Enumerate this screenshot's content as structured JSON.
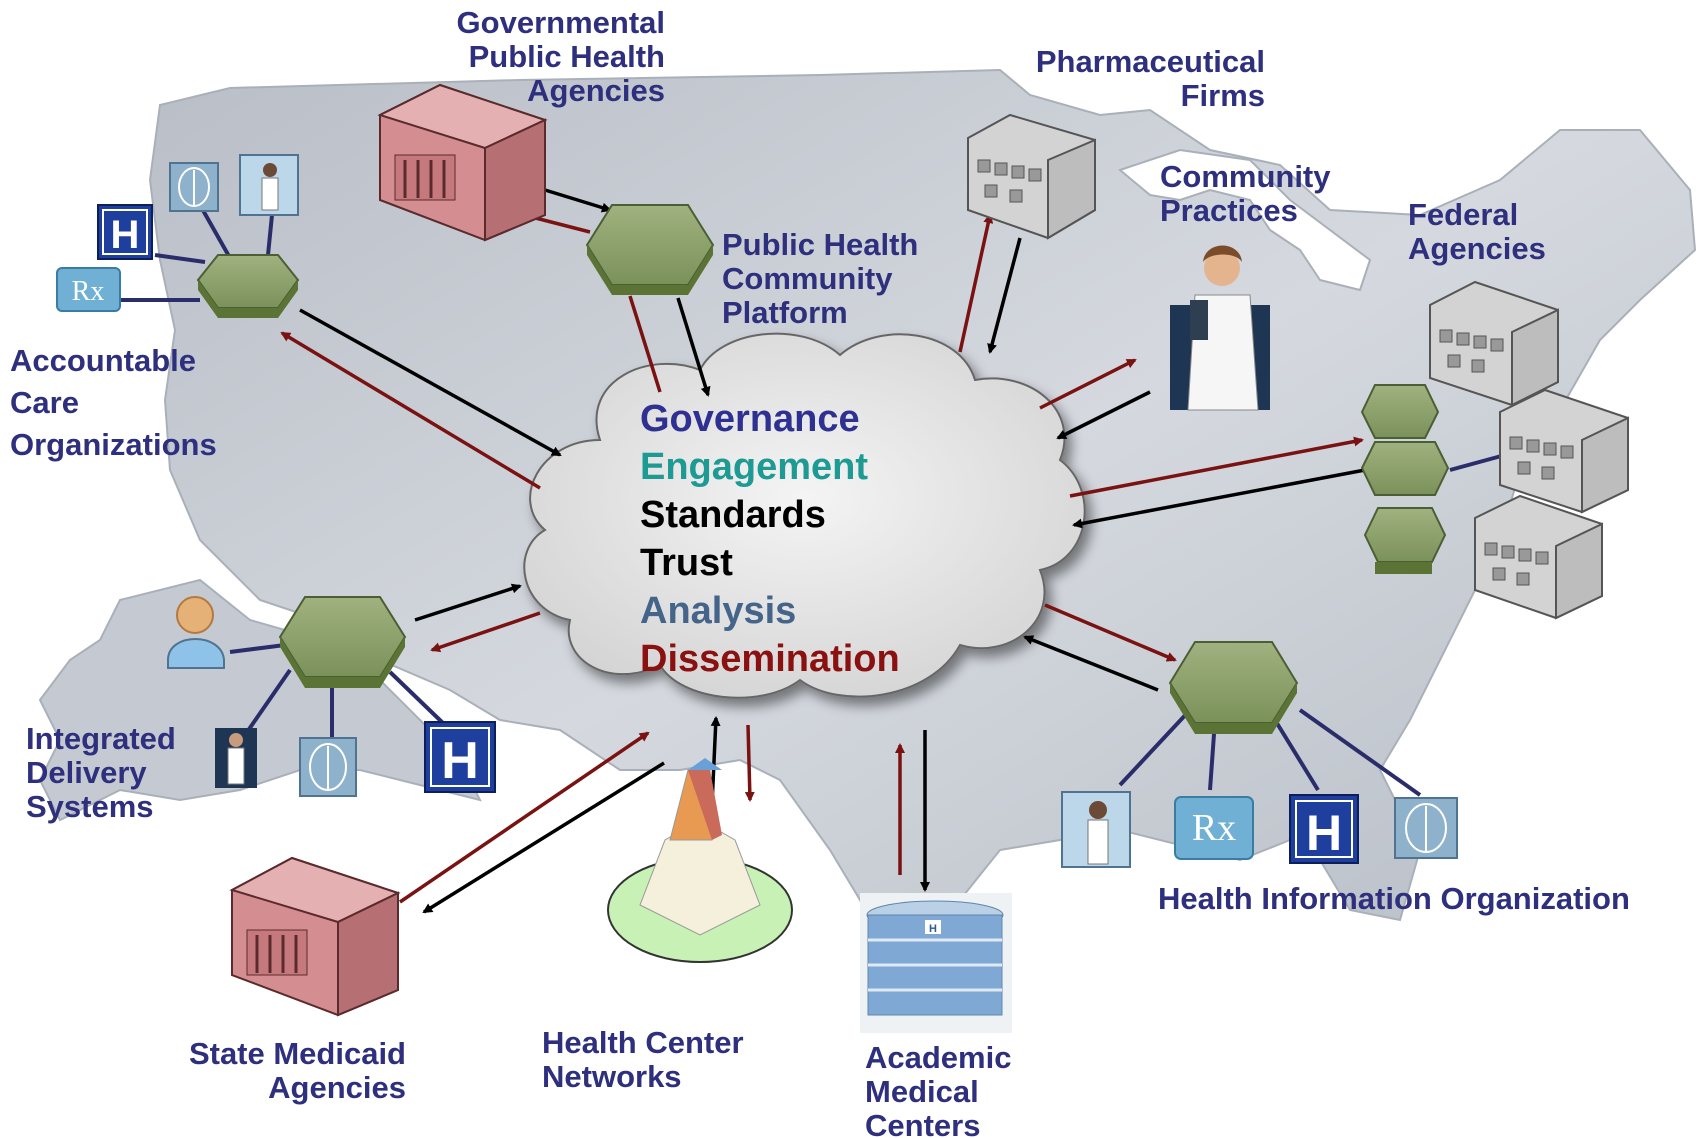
{
  "colors": {
    "label": "#2e2f7d",
    "governance": "#2e3191",
    "engagement": "#1d9a94",
    "standards": "#000000",
    "trust": "#000000",
    "analysis": "#44648a",
    "dissemination": "#8b1010",
    "arrow_outbound": "#7a1212",
    "arrow_inbound": "#000000",
    "hexagon": "#8a9f6a",
    "connector": "#2b2d6b",
    "map": "#c2c7cf",
    "government_building": "#d9999b",
    "office_building": "#d7d7d7"
  },
  "hub": {
    "items": [
      {
        "text": "Governance",
        "color": "#2e3191"
      },
      {
        "text": "Engagement",
        "color": "#1d9a94"
      },
      {
        "text": "Standards",
        "color": "#000000"
      },
      {
        "text": "Trust",
        "color": "#000000"
      },
      {
        "text": "Analysis",
        "color": "#44648a"
      },
      {
        "text": "Dissemination",
        "color": "#8b1010"
      }
    ]
  },
  "nodes": {
    "governmental_public_health": "Governmental\nPublic Health\nAgencies",
    "public_health_platform": "Public Health\nCommunity\nPlatform",
    "pharmaceutical_firms": "Pharmaceutical\nFirms",
    "community_practices": "Community\nPractices",
    "federal_agencies": "Federal\nAgencies",
    "accountable_care": "Accountable\nCare\nOrganizations",
    "integrated_delivery": "Integrated\nDelivery\nSystems",
    "state_medicaid": "State Medicaid\nAgencies",
    "health_center_networks": "Health Center\nNetworks",
    "academic_medical_centers": "Academic\nMedical\nCenters",
    "health_information_org": "Health Information Organization"
  },
  "icons": {
    "hospital": "H",
    "pharmacy": "Rx",
    "xray": "x-ray-icon",
    "doctor": "doctor-icon",
    "patient": "patient-icon",
    "hub_node": "hexagon-icon",
    "government_building": "government-building-icon",
    "office_building": "office-building-icon"
  }
}
